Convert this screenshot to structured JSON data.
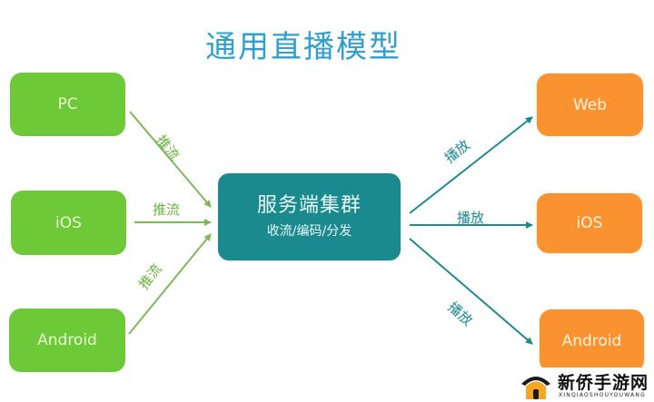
{
  "title": "通用直播模型",
  "colors": {
    "title": "#2f9fd0",
    "push_source": "#6dc937",
    "server": "#1b8a8f",
    "player": "#fb9230",
    "push_edge": "#7fb85a",
    "play_edge": "#1d8a8f"
  },
  "sources": [
    {
      "label": "PC"
    },
    {
      "label": "iOS"
    },
    {
      "label": "Android"
    }
  ],
  "server": {
    "title": "服务端集群",
    "subtitle": "收流/编码/分发"
  },
  "players": [
    {
      "label": "Web"
    },
    {
      "label": "iOS"
    },
    {
      "label": "Android"
    }
  ],
  "edges": {
    "push_label": "推流",
    "play_label": "播放",
    "push": [
      {
        "from": "PC",
        "to": "服务端集群",
        "label": "推流"
      },
      {
        "from": "iOS",
        "to": "服务端集群",
        "label": "推流"
      },
      {
        "from": "Android",
        "to": "服务端集群",
        "label": "推流"
      }
    ],
    "play": [
      {
        "from": "服务端集群",
        "to": "Web",
        "label": "播放"
      },
      {
        "from": "服务端集群",
        "to": "iOS",
        "label": "播放"
      },
      {
        "from": "服务端集群",
        "to": "Android",
        "label": "播放"
      }
    ]
  },
  "watermark": {
    "name": "新侨手游网",
    "pinyin": "XINQIAOSHOUYOUWANG"
  }
}
